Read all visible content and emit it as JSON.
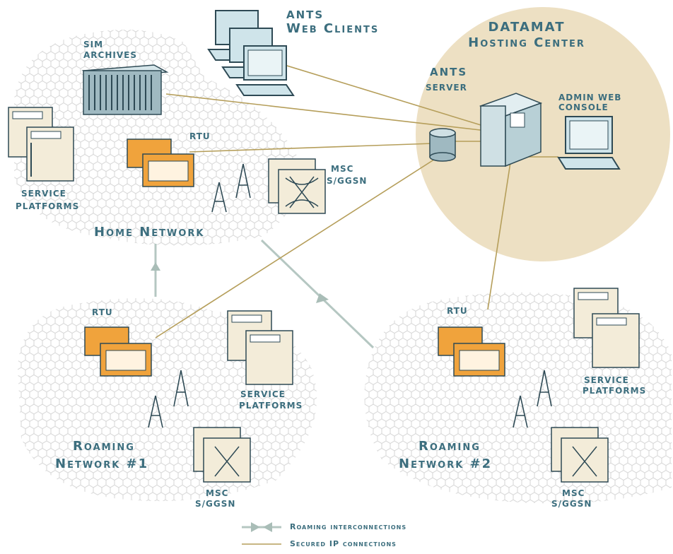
{
  "hosting_center": {
    "title": "DATAMAT",
    "subtitle": "Hosting Center"
  },
  "labels": {
    "ants_web_clients_1": "ANTS",
    "ants_web_clients_2": "Web Clients",
    "sim_archives_1": "SIM",
    "sim_archives_2": "ARCHIVES",
    "ants_server_1": "ANTS",
    "ants_server_2": "SERVER",
    "admin_console_1": "ADMIN WEB",
    "admin_console_2": "CONSOLE",
    "rtu": "RTU",
    "msc_1": "MSC",
    "msc_2": "S/GGSN",
    "service_platforms_1": "SERVICE",
    "service_platforms_2": "PLATFORMS"
  },
  "networks": {
    "home": "Home Network",
    "roaming1_1": "Roaming",
    "roaming1_2": "Network #1",
    "roaming2_1": "Roaming",
    "roaming2_2": "Network #2"
  },
  "legend": {
    "roaming": "Roaming interconnections",
    "secured": "Secured IP connections"
  },
  "colors": {
    "label": "#3c6e7e",
    "hosting_circle": "#ede0c3",
    "secured_line": "#b59e5a",
    "roaming_line": "#b5c7c2",
    "rtu_orange": "#f0a33c",
    "hex_grid": "#d9d9d9"
  }
}
